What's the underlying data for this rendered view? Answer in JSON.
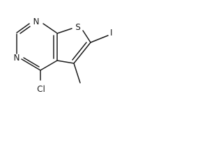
{
  "molecule": {
    "atoms": {
      "n1": "N",
      "n3": "N",
      "s": "S",
      "i": "I",
      "cl": "Cl"
    }
  }
}
